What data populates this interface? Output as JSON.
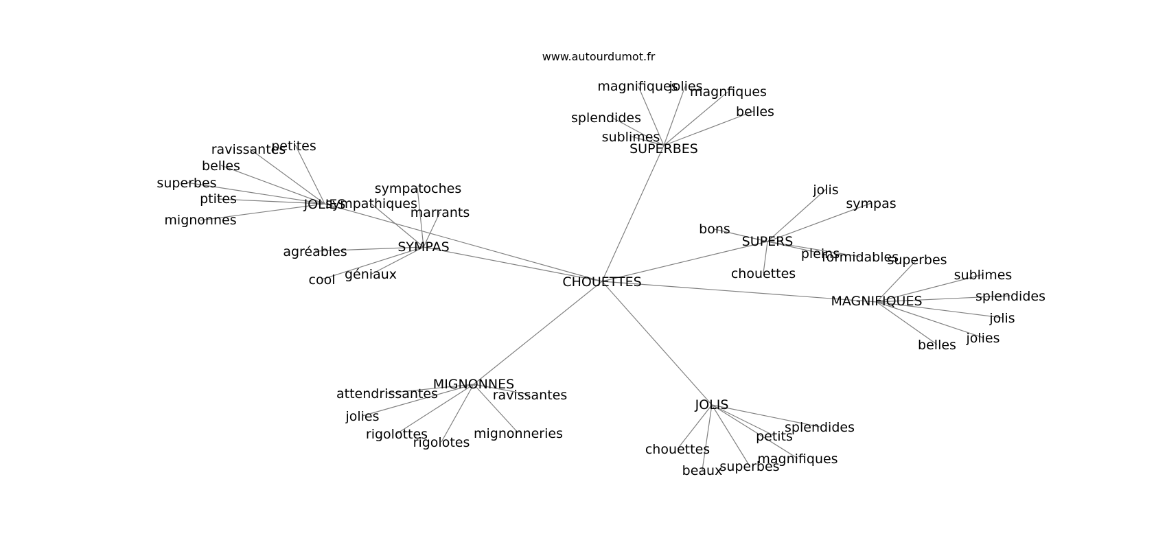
{
  "source": "www.autourdumot.fr",
  "root": "CHOUETTES",
  "clusters": [
    {
      "word": "SUPERBES",
      "children": [
        "magnifiques",
        "jolies",
        "magnfiques",
        "belles",
        "splendides",
        "sublimes"
      ]
    },
    {
      "word": "JOLIES",
      "children": [
        "petites",
        "ravissantes",
        "belles",
        "superbes",
        "ptites",
        "mignonnes"
      ]
    },
    {
      "word": "SYMPAS",
      "children": [
        "sympatoches",
        "sympathiques",
        "marrants",
        "agréables",
        "cool",
        "géniaux"
      ]
    },
    {
      "word": "SUPERS",
      "children": [
        "jolis",
        "sympas",
        "bons",
        "pleins",
        "formidables",
        "chouettes"
      ]
    },
    {
      "word": "MAGNIFIQUES",
      "children": [
        "superbes",
        "sublimes",
        "splendides",
        "jolis",
        "jolies",
        "belles"
      ]
    },
    {
      "word": "MIGNONNES",
      "children": [
        "attendrissantes",
        "ravissantes",
        "jolies",
        "rigolottes",
        "rigolotes",
        "mignonneries"
      ]
    },
    {
      "word": "JOLIS",
      "children": [
        "splendides",
        "petits",
        "magnifiques",
        "superbes",
        "beaux",
        "chouettes"
      ]
    }
  ]
}
